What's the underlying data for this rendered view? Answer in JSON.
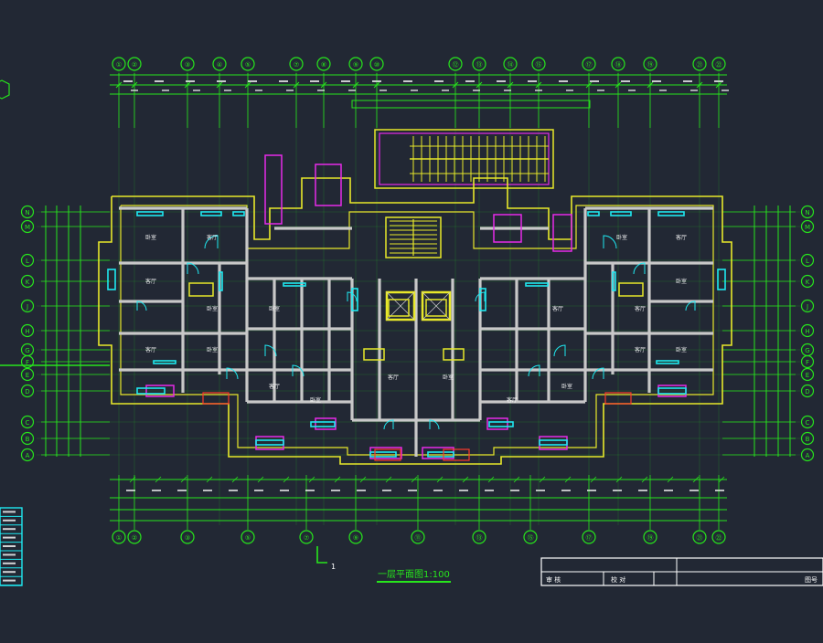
{
  "colors": {
    "background": "#222834",
    "grid": "#27e61c",
    "wall": "#c8c8c8",
    "outline": "#e8e82a",
    "fixture": "#e62ae8",
    "window": "#1fe8f0",
    "text": "#ffffff"
  },
  "drawing": {
    "top_axes": [
      "①",
      "②",
      "③",
      "④",
      "⑤",
      "⑦",
      "⑧",
      "⑨",
      "⑩",
      "⑫",
      "⑬",
      "⑭",
      "⑮",
      "⑰",
      "⑱",
      "⑲",
      "㉑",
      "㉒"
    ],
    "bottom_axes": [
      "①",
      "②",
      "③",
      "⑤",
      "⑦",
      "⑨",
      "⑪",
      "⑬",
      "⑮",
      "⑰",
      "⑲",
      "㉑",
      "㉒"
    ],
    "side_axes": [
      "N",
      "M",
      "L",
      "K",
      "J",
      "H",
      "G",
      "F",
      "E",
      "D",
      "C",
      "B",
      "A"
    ],
    "room_labels": {
      "room_a": "卧室",
      "room_b": "客厅"
    },
    "section_mark": "1",
    "plan_title": "一层平面图1:100"
  },
  "title_block": {
    "cell_1": "审 核",
    "cell_2": "校 对",
    "cell_3": "图号"
  },
  "legend": {
    "rows": [
      "",
      "",
      "",
      "",
      "",
      "",
      "",
      "",
      ""
    ]
  }
}
